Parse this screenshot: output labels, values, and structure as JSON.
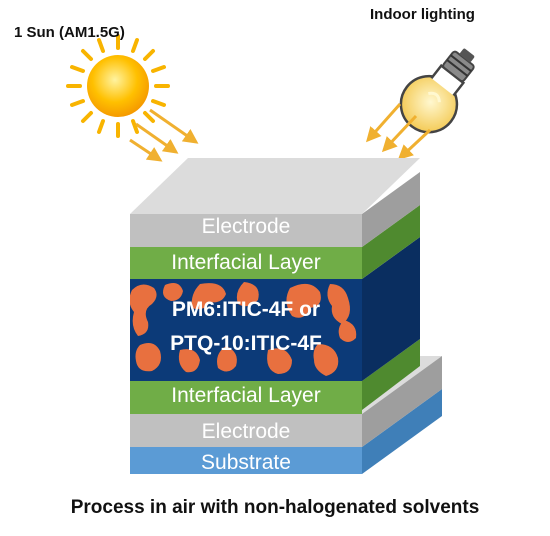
{
  "labels": {
    "sun": "1 Sun (AM1.5G)",
    "indoor": "Indoor lighting"
  },
  "layers": {
    "electrode_top": "Electrode",
    "interfacial_top": "Interfacial Layer",
    "active_line1": "PM6:ITIC-4F or",
    "active_line2": "PTQ-10:ITIC-4F",
    "interfacial_bottom": "Interfacial Layer",
    "electrode_bottom": "Electrode",
    "substrate": "Substrate"
  },
  "caption": "Process in air with non-halogenated solvents",
  "colors": {
    "electrode": "#c0c0c0",
    "interfacial": "#70ad47",
    "active": "#0c3a78",
    "blend_domains": "#e8703f",
    "substrate": "#5b9bd5",
    "arrow": "#f0b030",
    "sun": "#ffc000"
  }
}
